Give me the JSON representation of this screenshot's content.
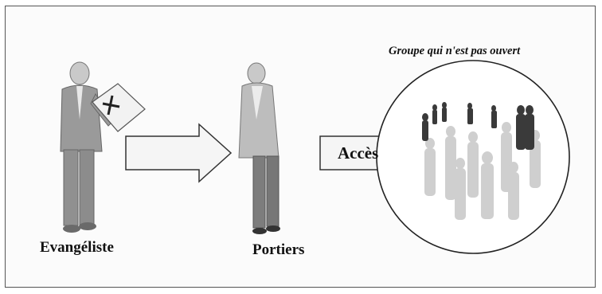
{
  "diagram": {
    "evangelist_label": "Evangéliste",
    "gatekeepers_label": "Portiers",
    "access_label": "Accès",
    "group_label": "Groupe qui n'est pas ouvert"
  },
  "colors": {
    "border": "#555555",
    "suit_gray": "#9a9a9a",
    "crowd_dark": "#333333",
    "crowd_light": "#c8c8c8"
  }
}
